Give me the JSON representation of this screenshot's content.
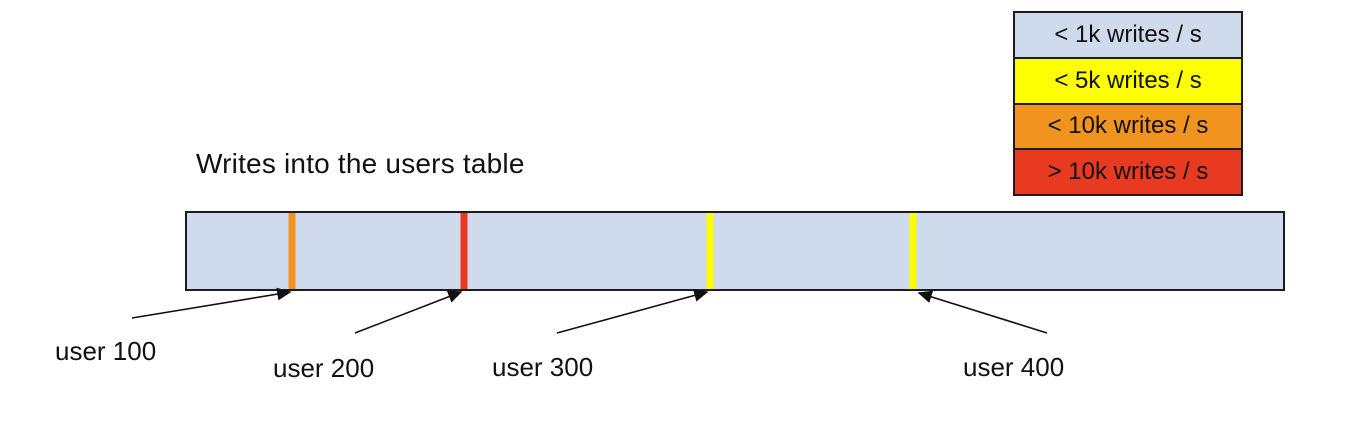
{
  "title": "Writes into the users table",
  "colors": {
    "bar_fill": "#cfdbec",
    "yellow": "#fdfe02",
    "orange": "#f0941f",
    "red": "#e83a21",
    "outline": "#1c1c1c"
  },
  "legend": {
    "items": [
      {
        "label": "< 1k writes / s",
        "level": "bar_fill"
      },
      {
        "label": "< 5k writes / s",
        "level": "yellow"
      },
      {
        "label": "< 10k writes / s",
        "level": "orange"
      },
      {
        "label": "> 10k writes / s",
        "level": "red"
      }
    ]
  },
  "bar": {
    "markers": [
      {
        "user": "user 100",
        "x_pct": 9.6,
        "level": "orange"
      },
      {
        "user": "user 200",
        "x_pct": 25.3,
        "level": "red"
      },
      {
        "user": "user 300",
        "x_pct": 47.7,
        "level": "yellow"
      },
      {
        "user": "user 400",
        "x_pct": 66.2,
        "level": "yellow"
      }
    ]
  }
}
